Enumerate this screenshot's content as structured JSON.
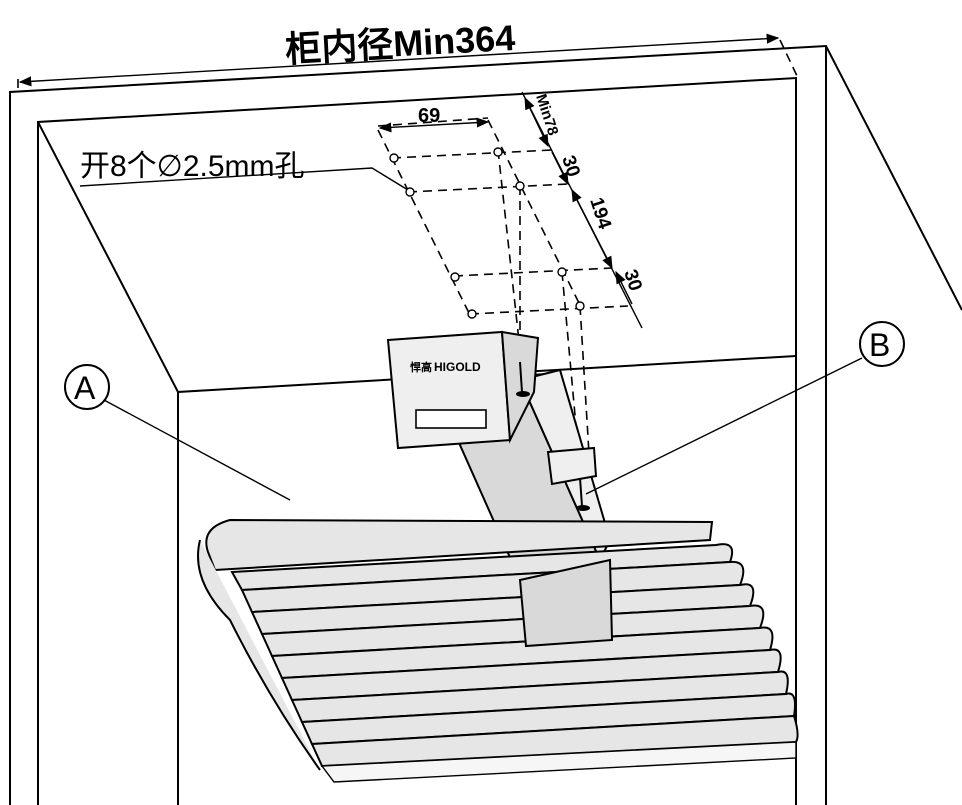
{
  "title": "柜内径Min364",
  "hole_note": "开8个∅2.5mm孔",
  "dimensions": {
    "hole_spacing": "69",
    "min_depth": "Min78",
    "top_gap": "30",
    "middle_gap": "194",
    "bottom_gap": "30"
  },
  "callouts": {
    "a": "A",
    "b": "B"
  },
  "brand": "HIGOLD",
  "brand_cn": "悍高"
}
